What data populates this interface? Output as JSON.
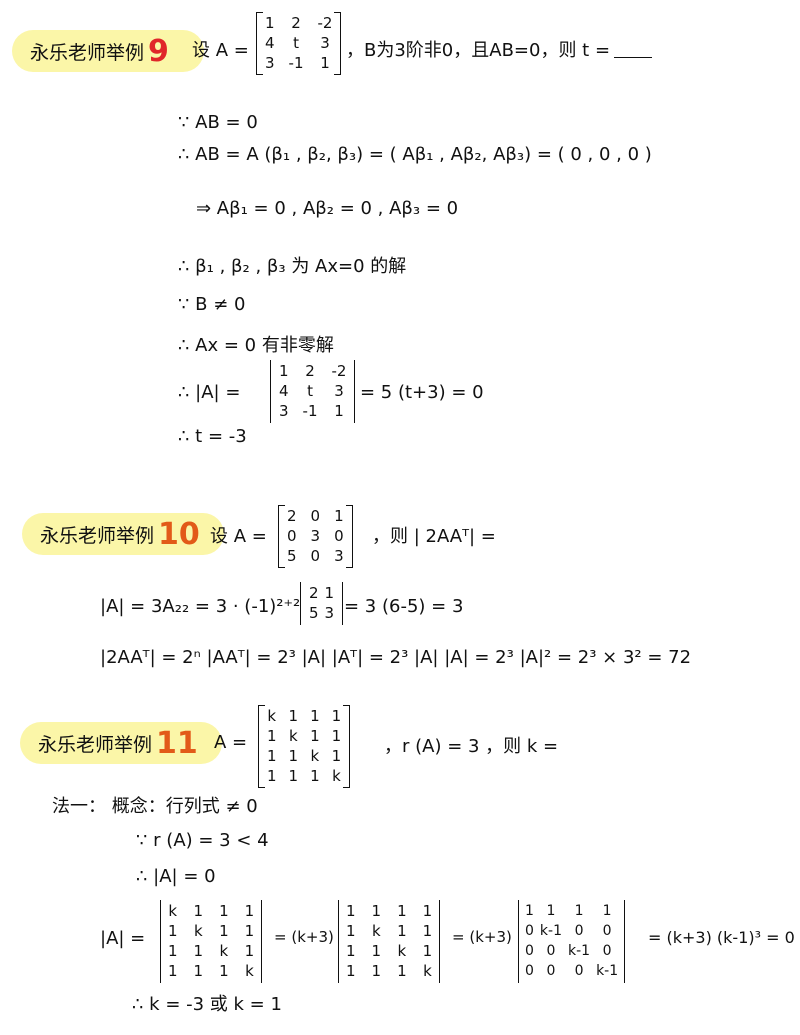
{
  "ex9": {
    "badge": "永乐老师举例",
    "num": "9",
    "problem_pre": "设 A =",
    "problem_post": "，B为3阶非0，且AB=0，则 t =",
    "matrix": [
      [
        "1",
        "2",
        "-2"
      ],
      [
        "4",
        "t",
        "3"
      ],
      [
        "3",
        "-1",
        "1"
      ]
    ],
    "lines": [
      "∵  AB = 0",
      "∴  AB = A (β₁ , β₂, β₃) = ( Aβ₁ , Aβ₂, Aβ₃) = ( 0 , 0 , 0 )",
      "⇒  Aβ₁ = 0 ,  Aβ₂ = 0 ,   Aβ₃ = 0",
      "∴   β₁ , β₂ , β₃ 为 Ax=0 的解",
      "∵   B ≠ 0",
      "∴  Ax = 0 有非零解",
      "∴   |A| =",
      "= 5 (t+3) = 0",
      "∴   t = -3"
    ]
  },
  "ex10": {
    "badge": "永乐老师举例",
    "num": "10",
    "problem_pre": "设 A =",
    "problem_post": "，则 | 2AAᵀ| =",
    "matrix": [
      [
        "2",
        "0",
        "1"
      ],
      [
        "0",
        "3",
        "0"
      ],
      [
        "5",
        "0",
        "3"
      ]
    ],
    "minor": [
      [
        "2",
        "1"
      ],
      [
        "5",
        "3"
      ]
    ],
    "line1_a": "|A| = 3A₂₂ = 3 · (-1)²⁺² ",
    "line1_b": "= 3 (6-5) = 3",
    "line2": "|2AAᵀ| = 2ⁿ |AAᵀ| = 2³ |A| |Aᵀ| = 2³ |A| |A| = 2³ |A|² = 2³ × 3² = 72"
  },
  "ex11": {
    "badge": "永乐老师举例",
    "num": "11",
    "problem_pre": "A =",
    "problem_post": "，r (A) = 3 ，则 k =",
    "matrix": [
      [
        "k",
        "1",
        "1",
        "1"
      ],
      [
        "1",
        "k",
        "1",
        "1"
      ],
      [
        "1",
        "1",
        "k",
        "1"
      ],
      [
        "1",
        "1",
        "1",
        "k"
      ]
    ],
    "method": "法一：  概念：行列式 ≠ 0",
    "l1": "∵ r (A) = 3 < 4",
    "l2": "∴ |A| = 0",
    "detA_label": "|A| =",
    "eq2": "= (k+3)",
    "mat2": [
      [
        "1",
        "1",
        "1",
        "1"
      ],
      [
        "1",
        "k",
        "1",
        "1"
      ],
      [
        "1",
        "1",
        "k",
        "1"
      ],
      [
        "1",
        "1",
        "1",
        "k"
      ]
    ],
    "eq3": "= (k+3)",
    "mat3": [
      [
        "1",
        "1",
        "1",
        "1"
      ],
      [
        "0",
        "k-1",
        "0",
        "0"
      ],
      [
        "0",
        "0",
        "k-1",
        "0"
      ],
      [
        "0",
        "0",
        "0",
        "k-1"
      ]
    ],
    "final": "=  (k+3) (k-1)³ = 0",
    "answer": "∴ k = -3 或 k = 1"
  }
}
